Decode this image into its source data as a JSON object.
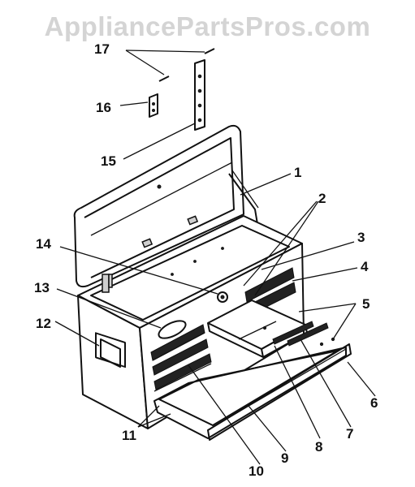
{
  "watermark": "AppliancePartsPros.com",
  "callouts": [
    {
      "id": "1",
      "text": "1"
    },
    {
      "id": "2",
      "text": "2"
    },
    {
      "id": "3",
      "text": "3"
    },
    {
      "id": "4",
      "text": "4"
    },
    {
      "id": "5",
      "text": "5"
    },
    {
      "id": "6",
      "text": "6"
    },
    {
      "id": "7",
      "text": "7"
    },
    {
      "id": "8",
      "text": "8"
    },
    {
      "id": "9",
      "text": "9"
    },
    {
      "id": "10",
      "text": "10"
    },
    {
      "id": "11",
      "text": "11"
    },
    {
      "id": "12",
      "text": "12"
    },
    {
      "id": "13",
      "text": "13"
    },
    {
      "id": "14",
      "text": "14"
    },
    {
      "id": "15",
      "text": "15"
    },
    {
      "id": "16",
      "text": "16"
    },
    {
      "id": "17",
      "text": "17"
    }
  ]
}
